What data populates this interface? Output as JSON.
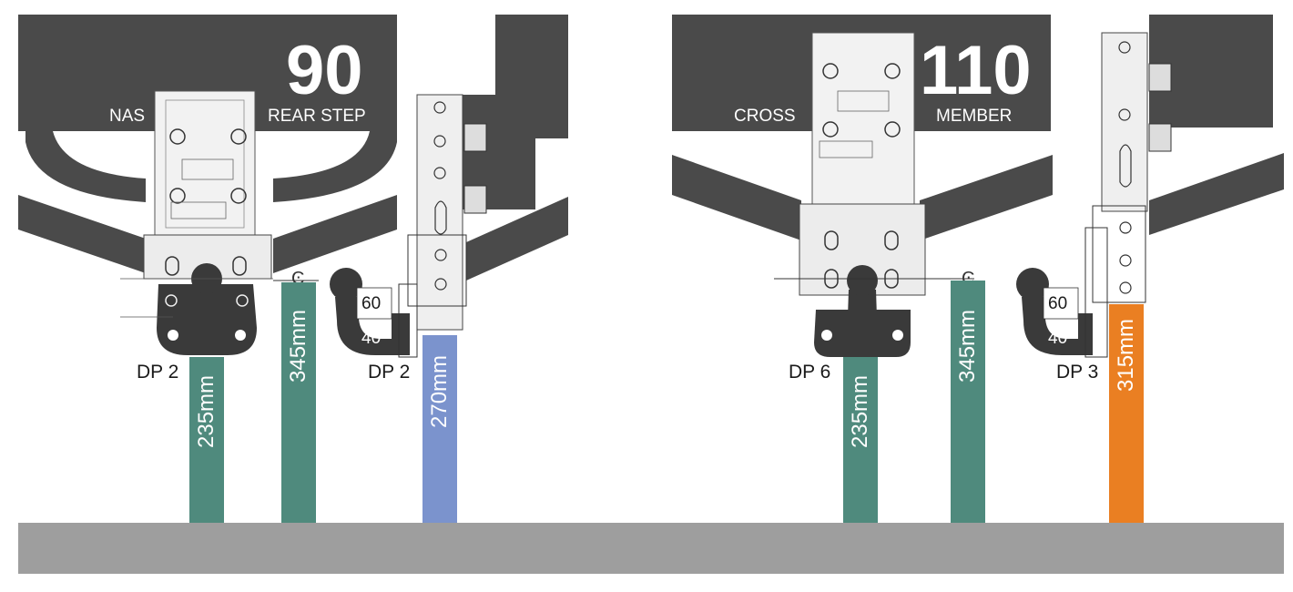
{
  "colors": {
    "panel": "#4a4a4a",
    "ground": "#9e9e9e",
    "green": "#4f8a7d",
    "blue": "#7b93cd",
    "orange": "#ea7f22",
    "hook": "#3a3a3a"
  },
  "left": {
    "model": "90",
    "label_left": "NAS",
    "label_right": "REAR STEP",
    "dp_front": "DP 2",
    "dp_side": "DP 2",
    "ball_measure_upper": "60",
    "ball_measure_lower": "40",
    "bars": [
      {
        "label": "235mm",
        "color": "green"
      },
      {
        "label": "345mm",
        "color": "green"
      },
      {
        "label": "270mm",
        "color": "blue"
      }
    ]
  },
  "right": {
    "model": "110",
    "label_left": "CROSS",
    "label_right": "MEMBER",
    "dp_front": "DP 6",
    "dp_side": "DP 3",
    "ball_measure_upper": "60",
    "ball_measure_lower": "40",
    "bars": [
      {
        "label": "235mm",
        "color": "green"
      },
      {
        "label": "345mm",
        "color": "green"
      },
      {
        "label": "315mm",
        "color": "orange"
      }
    ]
  }
}
